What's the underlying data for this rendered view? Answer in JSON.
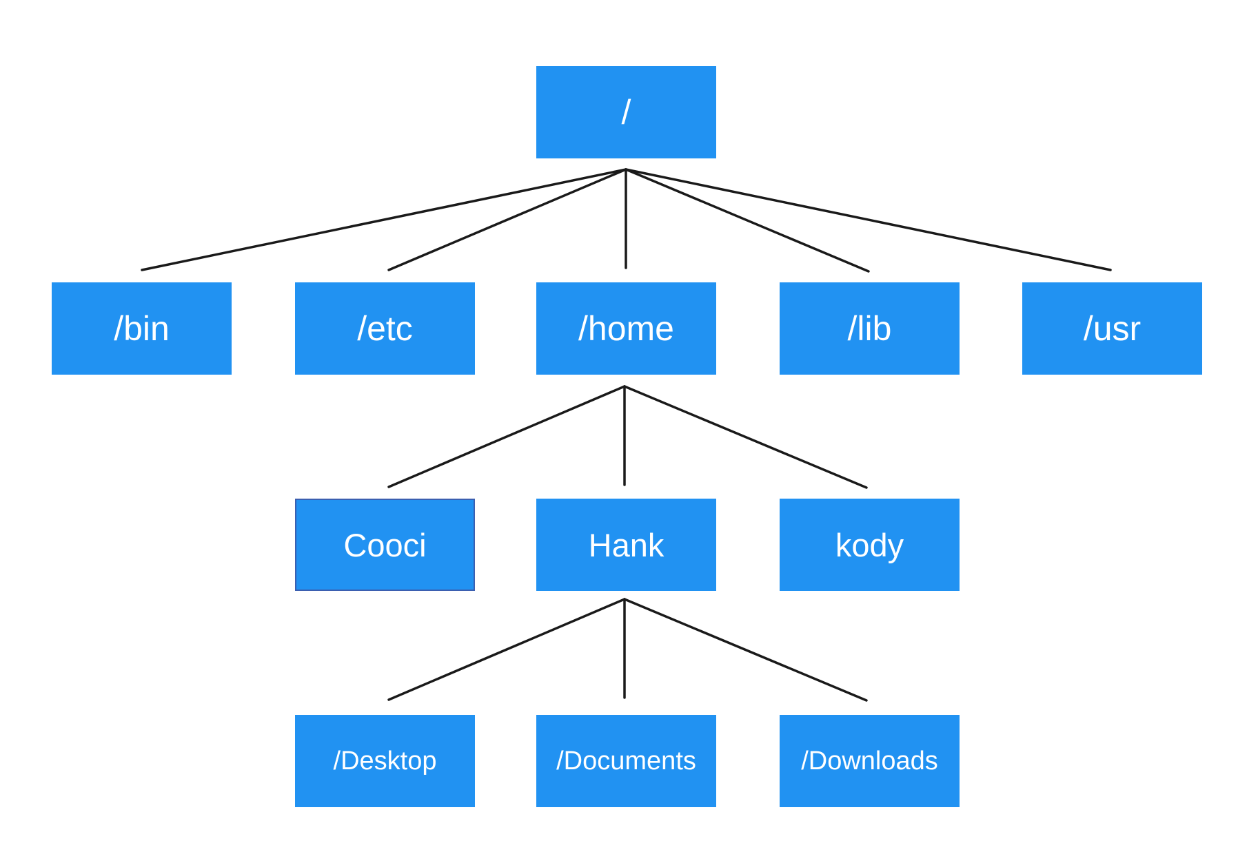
{
  "tree": {
    "root": {
      "label": "/"
    },
    "top_level_dirs": [
      {
        "label": "/bin"
      },
      {
        "label": "/etc"
      },
      {
        "label": "/home"
      },
      {
        "label": "/lib"
      },
      {
        "label": "/usr"
      }
    ],
    "home_users": [
      {
        "label": "Cooci",
        "selected": true
      },
      {
        "label": "Hank"
      },
      {
        "label": "kody"
      }
    ],
    "hank_dirs": [
      {
        "label": "/Desktop"
      },
      {
        "label": "/Documents"
      },
      {
        "label": "/Downloads"
      }
    ]
  },
  "colors": {
    "node_fill": "#2192f2",
    "node_text": "#ffffff",
    "connector": "#1a1a1a",
    "selected_border": "#3b5fb0"
  }
}
